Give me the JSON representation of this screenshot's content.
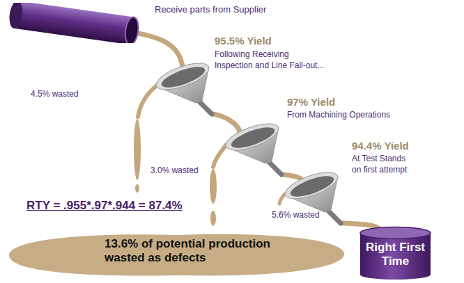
{
  "diagram": {
    "nodes": [
      {
        "text": [
          "Receive parts from Supplier"
        ]
      },
      {
        "text": [
          "95.5% Yield",
          "Following Receiving Inspection and Line Fall-out..."
        ]
      },
      {
        "text": [
          "97% Yield",
          "From Machining Operations"
        ]
      },
      {
        "text": [
          "94.4% Yield",
          "At Test Stands on first attempt"
        ]
      },
      {
        "text": [
          "Right First Time"
        ]
      },
      {
        "text": [
          "13.6% of potential production wasted as defects"
        ]
      }
    ],
    "edges": [
      {
        "from": 0,
        "to": 1,
        "arrow": "none"
      },
      {
        "from": 1,
        "to": 2,
        "arrow": "none"
      },
      {
        "from": 2,
        "to": 3,
        "arrow": "none"
      },
      {
        "from": 3,
        "to": 4,
        "arrow": "none"
      }
    ],
    "labels": [
      "4.5% wasted",
      "3.0% wasted",
      "5.6% wasted",
      "RTY = .955*.97*.944 = 87.4%"
    ]
  }
}
